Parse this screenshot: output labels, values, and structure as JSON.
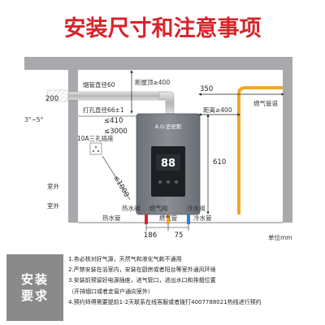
{
  "title": "安装尺寸和注意事项",
  "labels": {
    "ceiling_top": "距屋顶≥400",
    "flue_diameter": "烟管直径60",
    "drill_diameter": "打孔直径66±1",
    "slope": "3°~5°",
    "right_top": "距离≥400",
    "gas_pipe_label": "燃气管道",
    "outlet_label": "10A三孔插座",
    "outdoor_top": "室外",
    "outdoor_bottom": "室外",
    "hot_valve": "热水阀",
    "gas_valve": "燃气阀",
    "cold_valve": "冷水阀",
    "hot_pipe": "热水管",
    "gas_pipe": "燃气管",
    "cold_pipe": "冷水管",
    "brand": "A.O.史密斯",
    "unit": "单位mm"
  },
  "dims": {
    "d200": "200",
    "d350": "350",
    "d410": "≤410",
    "d3000": "≤3000",
    "d1000": "≤1000",
    "d610": "610",
    "d186": "186",
    "d75": "75"
  },
  "notes": {
    "header": "安装要求",
    "items": [
      "1.务必核对好气源，天然气和液化气款不通用",
      "2.严禁安装在浴室内，安装在厨房或者阳台等室外通风环境",
      "3.安装前预留好电源插座，进气管口，进出水口和排烟位置",
      "（开排烟口或者走窗户通向室外）",
      "4.预约师傅需要提前1-2天联系在线客服或者拨打4007788021热线进行预约"
    ]
  },
  "colors": {
    "title": "#d8232a",
    "red": "#d8232a",
    "wall": "#a7a9ac",
    "heater": "#7d8188",
    "gas_pipe": "#f5a623",
    "notes_head_bg": "#8a8a8a"
  }
}
